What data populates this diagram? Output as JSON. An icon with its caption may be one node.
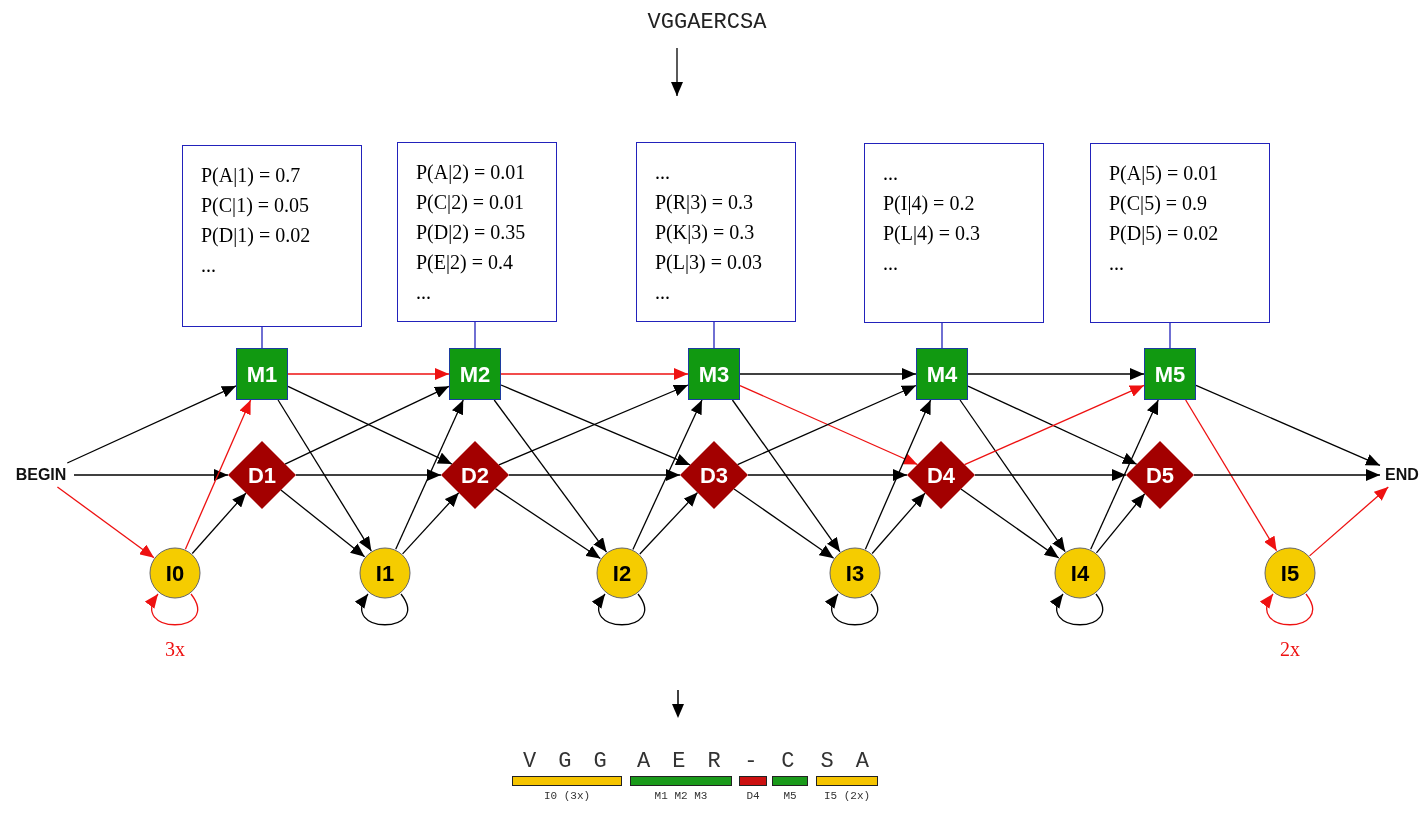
{
  "diagram": {
    "nodes": [
      {
        "text": [
          "P(A|1) = 0.7",
          "P(C|1) = 0.05",
          "P(D|1) = 0.02",
          "..."
        ]
      },
      {
        "text": [
          "P(A|2) = 0.01",
          "P(C|2) = 0.01",
          "P(D|2) = 0.35",
          "P(E|2) = 0.4",
          "..."
        ]
      },
      {
        "text": [
          "...",
          "P(R|3) = 0.3",
          "P(K|3) = 0.3",
          "P(L|3) = 0.03",
          "..."
        ]
      },
      {
        "text": [
          "...",
          "P(I|4) = 0.2",
          "P(L|4) = 0.3",
          "..."
        ]
      },
      {
        "text": [
          "P(A|5) = 0.01",
          "P(C|5) = 0.9",
          "P(D|5) = 0.02",
          "..."
        ]
      },
      {
        "text": [
          "VGGAERCSA"
        ]
      },
      {
        "text": [
          "BEGIN"
        ]
      },
      {
        "text": [
          "END"
        ]
      },
      {
        "text": [
          "M1"
        ]
      },
      {
        "text": [
          "M2"
        ]
      },
      {
        "text": [
          "M3"
        ]
      },
      {
        "text": [
          "M4"
        ]
      },
      {
        "text": [
          "M5"
        ]
      },
      {
        "text": [
          "D1"
        ]
      },
      {
        "text": [
          "D2"
        ]
      },
      {
        "text": [
          "D3"
        ]
      },
      {
        "text": [
          "D4"
        ]
      },
      {
        "text": [
          "D5"
        ]
      },
      {
        "text": [
          "I0"
        ]
      },
      {
        "text": [
          "I1"
        ]
      },
      {
        "text": [
          "I2"
        ]
      },
      {
        "text": [
          "I3"
        ]
      },
      {
        "text": [
          "I4"
        ]
      },
      {
        "text": [
          "I5"
        ]
      },
      {
        "text": [
          "V G G",
          "I0 (3x)"
        ]
      },
      {
        "text": [
          "A E R",
          "M1 M2 M3"
        ]
      },
      {
        "text": [
          "-",
          "D4"
        ]
      },
      {
        "text": [
          "C",
          "M5"
        ]
      },
      {
        "text": [
          "S A",
          "I5 (2x)"
        ]
      }
    ],
    "edges": [
      {
        "from": 0,
        "to": 8,
        "arrow": "none",
        "color": "#2222bb"
      },
      {
        "from": 1,
        "to": 9,
        "arrow": "none",
        "color": "#2222bb"
      },
      {
        "from": 2,
        "to": 10,
        "arrow": "none",
        "color": "#2222bb"
      },
      {
        "from": 3,
        "to": 11,
        "arrow": "none",
        "color": "#2222bb"
      },
      {
        "from": 4,
        "to": 12,
        "arrow": "none",
        "color": "#2222bb"
      },
      {
        "from": 5,
        "to": null,
        "arrow": "to"
      },
      {
        "from": 6,
        "to": 8,
        "arrow": "to"
      },
      {
        "from": 6,
        "to": 13,
        "arrow": "to"
      },
      {
        "from": 6,
        "to": 18,
        "arrow": "to",
        "color": "#ee1111"
      },
      {
        "from": 18,
        "to": 8,
        "arrow": "to",
        "color": "#ee1111"
      },
      {
        "from": 18,
        "to": 13,
        "arrow": "to"
      },
      {
        "from": 18,
        "to": 18,
        "arrow": "to",
        "label": "3x",
        "color": "#ee1111"
      },
      {
        "from": 8,
        "to": 9,
        "arrow": "to",
        "color": "#ee1111"
      },
      {
        "from": 8,
        "to": 14,
        "arrow": "to"
      },
      {
        "from": 8,
        "to": 19,
        "arrow": "to"
      },
      {
        "from": 13,
        "to": 9,
        "arrow": "to"
      },
      {
        "from": 13,
        "to": 14,
        "arrow": "to"
      },
      {
        "from": 13,
        "to": 19,
        "arrow": "to"
      },
      {
        "from": 19,
        "to": 9,
        "arrow": "to"
      },
      {
        "from": 19,
        "to": 14,
        "arrow": "to"
      },
      {
        "from": 19,
        "to": 19,
        "arrow": "to"
      },
      {
        "from": 9,
        "to": 10,
        "arrow": "to",
        "color": "#ee1111"
      },
      {
        "from": 9,
        "to": 15,
        "arrow": "to"
      },
      {
        "from": 9,
        "to": 20,
        "arrow": "to"
      },
      {
        "from": 14,
        "to": 10,
        "arrow": "to"
      },
      {
        "from": 14,
        "to": 15,
        "arrow": "to"
      },
      {
        "from": 14,
        "to": 20,
        "arrow": "to"
      },
      {
        "from": 20,
        "to": 10,
        "arrow": "to"
      },
      {
        "from": 20,
        "to": 15,
        "arrow": "to"
      },
      {
        "from": 20,
        "to": 20,
        "arrow": "to"
      },
      {
        "from": 10,
        "to": 11,
        "arrow": "to"
      },
      {
        "from": 10,
        "to": 16,
        "arrow": "to",
        "color": "#ee1111"
      },
      {
        "from": 10,
        "to": 21,
        "arrow": "to"
      },
      {
        "from": 15,
        "to": 11,
        "arrow": "to"
      },
      {
        "from": 15,
        "to": 16,
        "arrow": "to"
      },
      {
        "from": 15,
        "to": 21,
        "arrow": "to"
      },
      {
        "from": 21,
        "to": 11,
        "arrow": "to"
      },
      {
        "from": 21,
        "to": 16,
        "arrow": "to"
      },
      {
        "from": 21,
        "to": 21,
        "arrow": "to"
      },
      {
        "from": 11,
        "to": 12,
        "arrow": "to"
      },
      {
        "from": 11,
        "to": 17,
        "arrow": "to"
      },
      {
        "from": 11,
        "to": 22,
        "arrow": "to"
      },
      {
        "from": 16,
        "to": 12,
        "arrow": "to",
        "color": "#ee1111"
      },
      {
        "from": 16,
        "to": 17,
        "arrow": "to"
      },
      {
        "from": 16,
        "to": 22,
        "arrow": "to"
      },
      {
        "from": 22,
        "to": 12,
        "arrow": "to"
      },
      {
        "from": 22,
        "to": 17,
        "arrow": "to"
      },
      {
        "from": 22,
        "to": 22,
        "arrow": "to"
      },
      {
        "from": 12,
        "to": 7,
        "arrow": "to"
      },
      {
        "from": 12,
        "to": 23,
        "arrow": "to",
        "color": "#ee1111"
      },
      {
        "from": 17,
        "to": 7,
        "arrow": "to"
      },
      {
        "from": 23,
        "to": 7,
        "arrow": "to",
        "color": "#ee1111"
      },
      {
        "from": 23,
        "to": 23,
        "arrow": "to",
        "label": "2x",
        "color": "#ee1111"
      }
    ]
  }
}
